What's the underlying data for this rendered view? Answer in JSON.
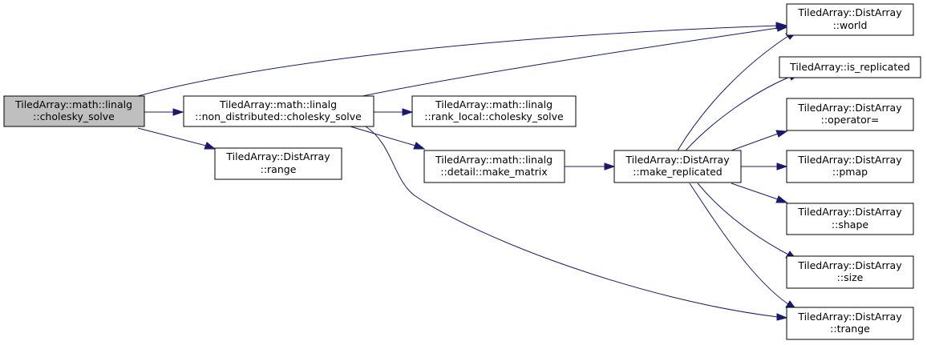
{
  "nodes": {
    "cholesky_solve_root": {
      "line1": "TiledArray::math::linalg",
      "line2": "::cholesky_solve"
    },
    "nd_cholesky_solve": {
      "line1": "TiledArray::math::linalg",
      "line2": "::non_distributed::cholesky_solve"
    },
    "range": {
      "line1": "TiledArray::DistArray",
      "line2": "::range"
    },
    "rl_cholesky_solve": {
      "line1": "TiledArray::math::linalg",
      "line2": "::rank_local::cholesky_solve"
    },
    "make_matrix": {
      "line1": "TiledArray::math::linalg",
      "line2": "::detail::make_matrix"
    },
    "make_replicated": {
      "line1": "TiledArray::DistArray",
      "line2": "::make_replicated"
    },
    "world": {
      "line1": "TiledArray::DistArray",
      "line2": "::world"
    },
    "is_replicated": {
      "line1": "TiledArray::is_replicated"
    },
    "operator_eq": {
      "line1": "TiledArray::DistArray",
      "line2": "::operator="
    },
    "pmap": {
      "line1": "TiledArray::DistArray",
      "line2": "::pmap"
    },
    "shape": {
      "line1": "TiledArray::DistArray",
      "line2": "::shape"
    },
    "size": {
      "line1": "TiledArray::DistArray",
      "line2": "::size"
    },
    "trange": {
      "line1": "TiledArray::DistArray",
      "line2": "::trange"
    }
  },
  "edges": [
    [
      "cholesky_solve_root",
      "nd_cholesky_solve"
    ],
    [
      "cholesky_solve_root",
      "world"
    ],
    [
      "cholesky_solve_root",
      "range"
    ],
    [
      "nd_cholesky_solve",
      "world"
    ],
    [
      "nd_cholesky_solve",
      "rl_cholesky_solve"
    ],
    [
      "nd_cholesky_solve",
      "make_matrix"
    ],
    [
      "nd_cholesky_solve",
      "trange"
    ],
    [
      "make_matrix",
      "make_replicated"
    ],
    [
      "make_replicated",
      "world"
    ],
    [
      "make_replicated",
      "is_replicated"
    ],
    [
      "make_replicated",
      "operator_eq"
    ],
    [
      "make_replicated",
      "pmap"
    ],
    [
      "make_replicated",
      "shape"
    ],
    [
      "make_replicated",
      "size"
    ],
    [
      "make_replicated",
      "trange"
    ]
  ],
  "colors": {
    "edge": "#191970",
    "root_fill": "#bfbfbf",
    "node_fill": "#ffffff",
    "border": "#000000"
  }
}
